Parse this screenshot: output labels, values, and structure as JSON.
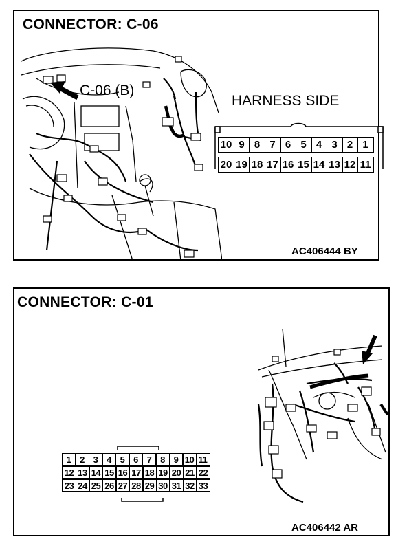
{
  "top_panel": {
    "title": "CONNECTOR: C-06",
    "callout_label": "C-06 (B)",
    "side_label": "HARNESS SIDE",
    "pins_row1": [
      "10",
      "9",
      "8",
      "7",
      "6",
      "5",
      "4",
      "3",
      "2",
      "1"
    ],
    "pins_row2": [
      "20",
      "19",
      "18",
      "17",
      "16",
      "15",
      "14",
      "13",
      "12",
      "11"
    ],
    "figure_code": "AC406444 BY"
  },
  "bottom_panel": {
    "title": "CONNECTOR: C-01",
    "pins_row1": [
      "",
      "1",
      "2",
      "3",
      "4",
      "5",
      "6",
      "7",
      "8",
      "9",
      "10",
      "11"
    ],
    "pins_row2": [
      "12",
      "13",
      "14",
      "15",
      "16",
      "17",
      "18",
      "19",
      "20",
      "21",
      "22"
    ],
    "pins_row3": [
      "23",
      "24",
      "25",
      "26",
      "27",
      "28",
      "29",
      "30",
      "31",
      "32",
      "33"
    ],
    "figure_code": "AC406442 AR"
  }
}
